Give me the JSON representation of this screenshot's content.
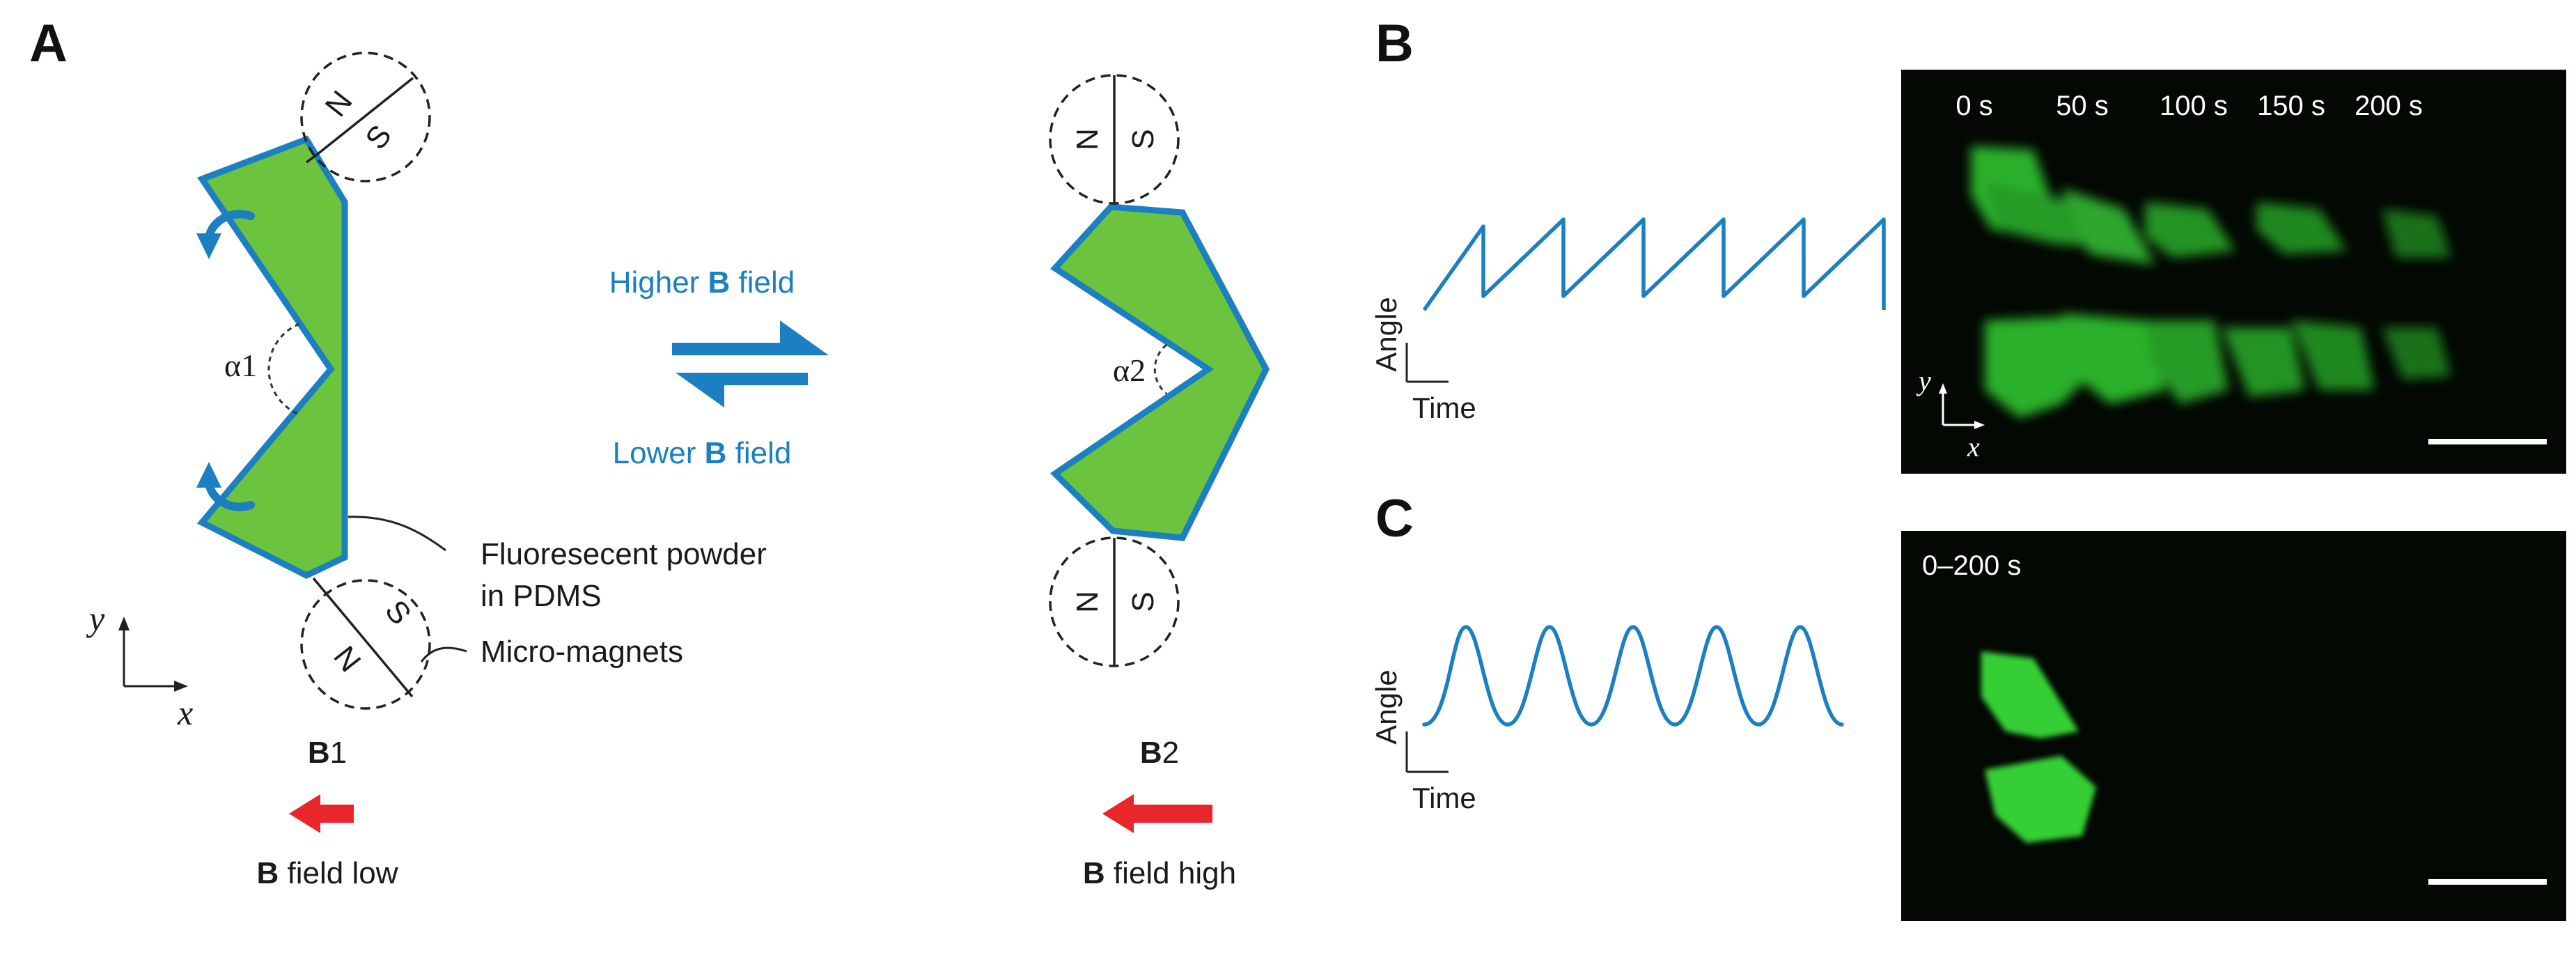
{
  "panels": {
    "a": "A",
    "b": "B",
    "c": "C"
  },
  "colors": {
    "shape": "#6cc33d",
    "outline": "#1b7fc1",
    "arrow_red": "#e8262b",
    "blue": "#1b7fc1",
    "micro_bg": "#030803",
    "fluor": "#39d139"
  },
  "panel_a": {
    "left_state": {
      "angle": "α1",
      "field_bold": "B",
      "field_num": "1",
      "caption_bold": "B",
      "caption_rest": " field low"
    },
    "right_state": {
      "angle": "α2",
      "field_bold": "B",
      "field_num": "2",
      "caption_bold": "B",
      "caption_rest": " field high"
    },
    "equilibrium": {
      "top_pre": "Higher ",
      "top_bold": "B",
      "top_post": " field",
      "bottom_pre": "Lower ",
      "bottom_bold": "B",
      "bottom_post": " field"
    },
    "callouts": {
      "powder_line1": "Fluoresecent powder",
      "powder_line2": "in PDMS",
      "magnets": "Micro-magnets"
    },
    "poles": {
      "n": "N",
      "s": "S"
    },
    "axes": {
      "x": "x",
      "y": "y"
    }
  },
  "panel_b": {
    "angle_label": "Angle",
    "time_label": "Time",
    "timestamps": [
      "0 s",
      "50 s",
      "100 s",
      "150 s",
      "200 s"
    ],
    "axes": {
      "x": "x",
      "y": "y"
    }
  },
  "panel_c": {
    "angle_label": "Angle",
    "time_label": "Time",
    "timestamp": "0–200 s"
  },
  "icons": [
    "rotation-arrow-icon",
    "equilibrium-arrows-icon",
    "field-direction-arrow-icon",
    "scale-bar"
  ]
}
